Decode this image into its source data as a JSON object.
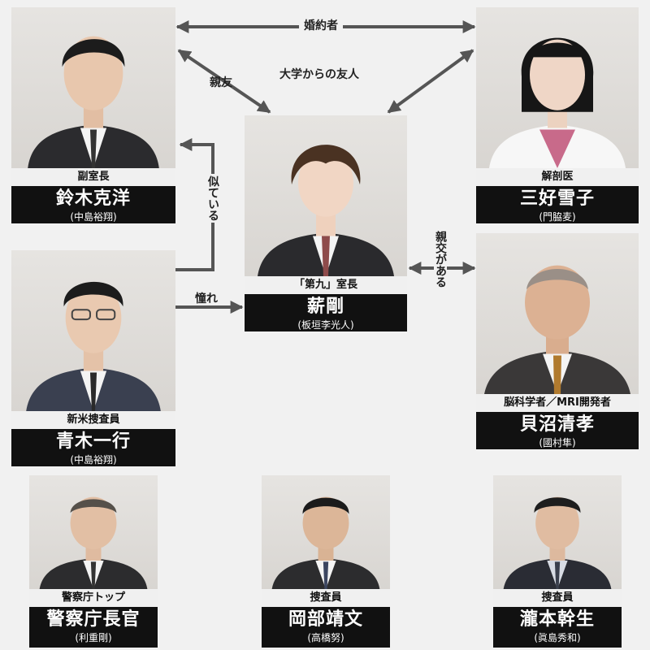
{
  "colors": {
    "background": "#f1f1f1",
    "name_bar": "#111111",
    "role_bar": "#eeeeee",
    "arrow": "#555555"
  },
  "characters": {
    "suzuki": {
      "role": "副室長",
      "name": "鈴木克洋",
      "actor": "(中島裕翔)"
    },
    "miyoshi": {
      "role": "解剖医",
      "name": "三好雪子",
      "actor": "(門脇麦)"
    },
    "maki": {
      "role": "「第九」室長",
      "name": "薪剛",
      "actor": "(板垣李光人)"
    },
    "aoki": {
      "role": "新米捜査員",
      "name": "青木一行",
      "actor": "(中島裕翔)"
    },
    "kainuma": {
      "role": "脳科学者／MRI開発者",
      "name": "貝沼清孝",
      "actor": "(國村隼)"
    },
    "chokan": {
      "role": "警察庁トップ",
      "name": "警察庁長官",
      "actor": "(利重剛)"
    },
    "okabe": {
      "role": "捜査員",
      "name": "岡部靖文",
      "actor": "(高橋努)"
    },
    "takimoto": {
      "role": "捜査員",
      "name": "瀧本幹生",
      "actor": "(眞島秀和)"
    }
  },
  "relations": {
    "engaged": "婚約者",
    "best_friend": "親友",
    "college_friend": "大学からの友人",
    "resembles": "似ている",
    "admires": "憧れ",
    "friendly": "親交がある"
  }
}
